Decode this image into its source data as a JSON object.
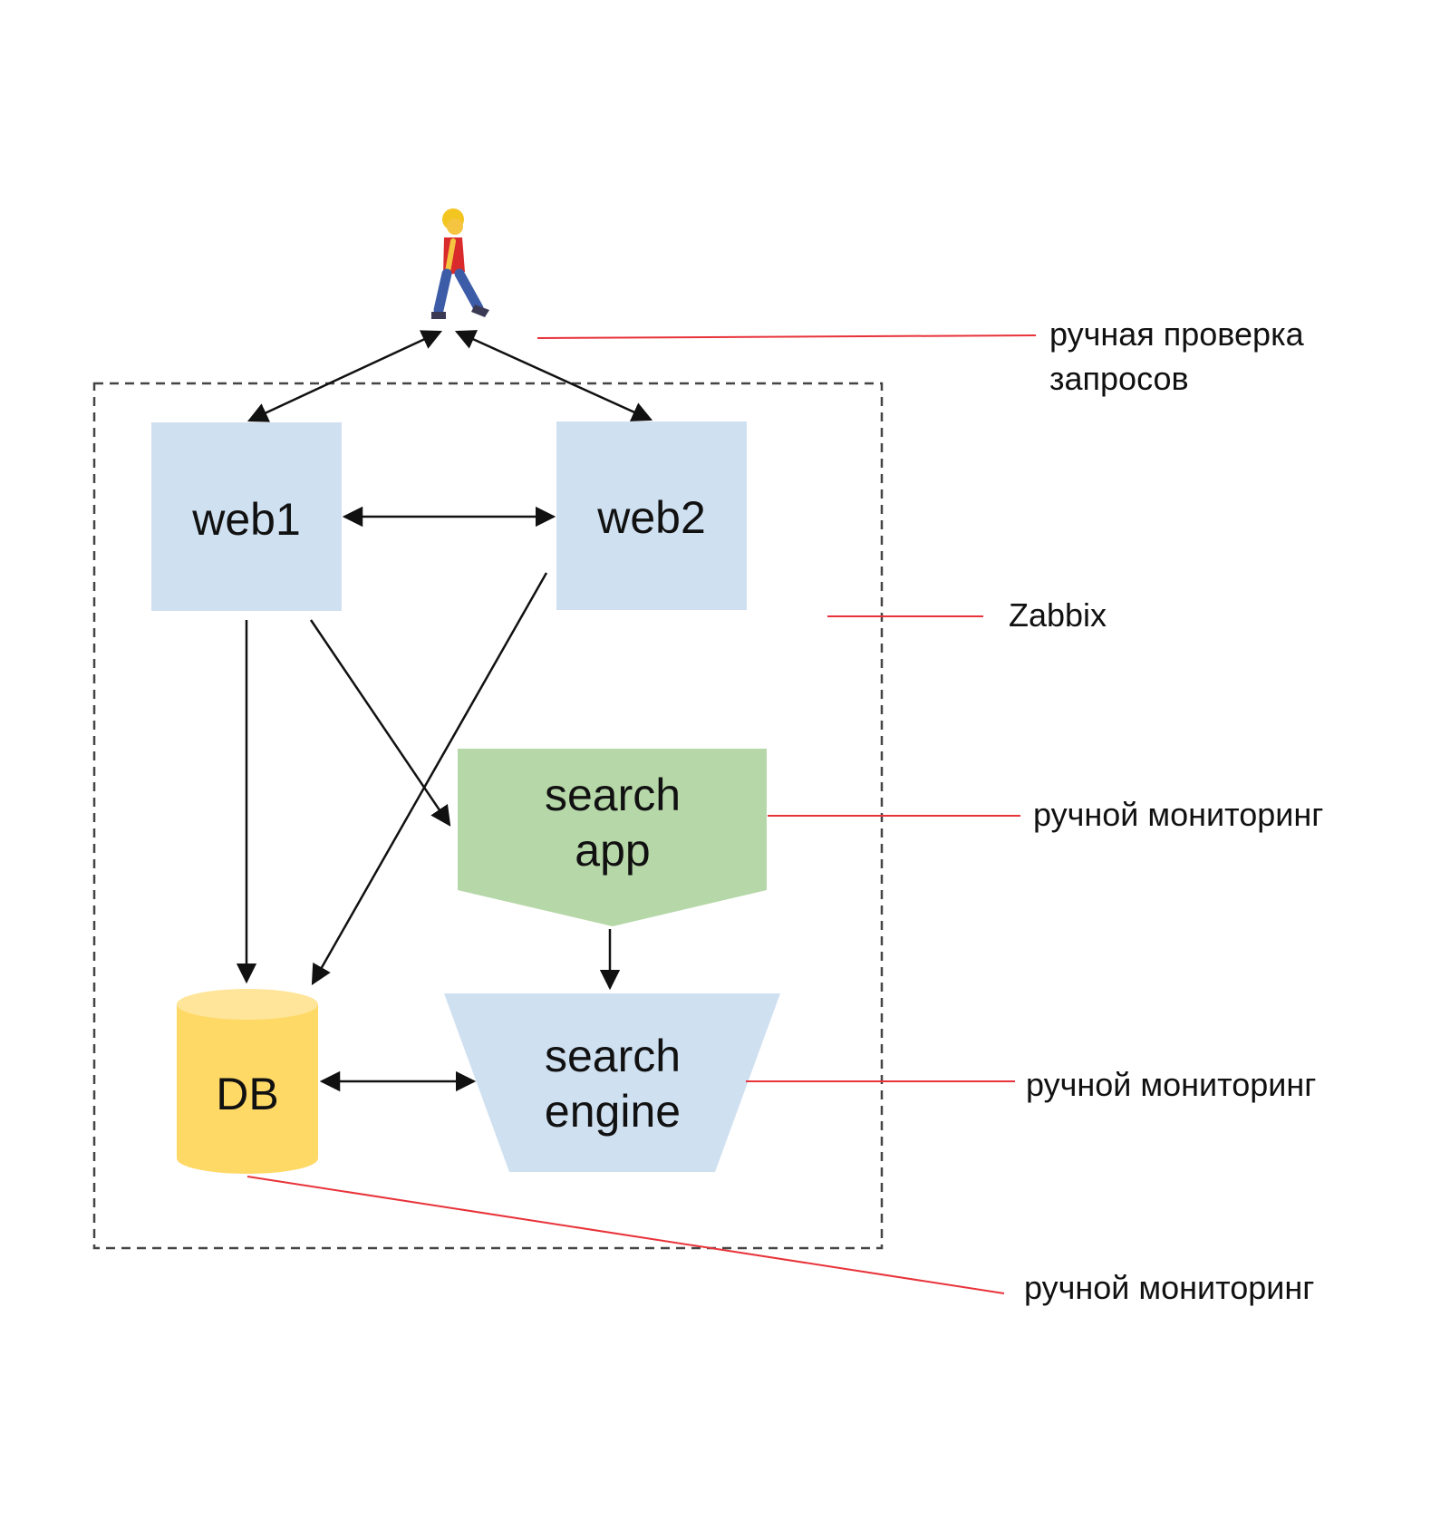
{
  "diagram": {
    "nodes": {
      "web1": {
        "label": "web1"
      },
      "web2": {
        "label": "web2"
      },
      "search_app": {
        "label_lines": [
          "search",
          "app"
        ]
      },
      "search_engine": {
        "label_lines": [
          "search",
          "engine"
        ]
      },
      "db": {
        "label": "DB"
      }
    },
    "annotations": {
      "manual_requests": {
        "lines": [
          "ручная проверка",
          "запросов"
        ]
      },
      "zabbix": {
        "label": "Zabbix"
      },
      "search_app_monitoring": {
        "label": "ручной мониторинг"
      },
      "search_engine_monitoring": {
        "label": "ручной мониторинг"
      },
      "db_monitoring": {
        "label": "ручной мониторинг"
      }
    },
    "icons": {
      "user": "walking-person-icon"
    },
    "colors": {
      "web_node": "#cfe0f1",
      "search_app": "#b6d7a8",
      "search_engine": "#cfe0f1",
      "db": "#ffd966",
      "db_top": "#ffe599",
      "annotation_line": "#e8333a",
      "arrow": "#111111",
      "boundary": "#444444"
    }
  }
}
